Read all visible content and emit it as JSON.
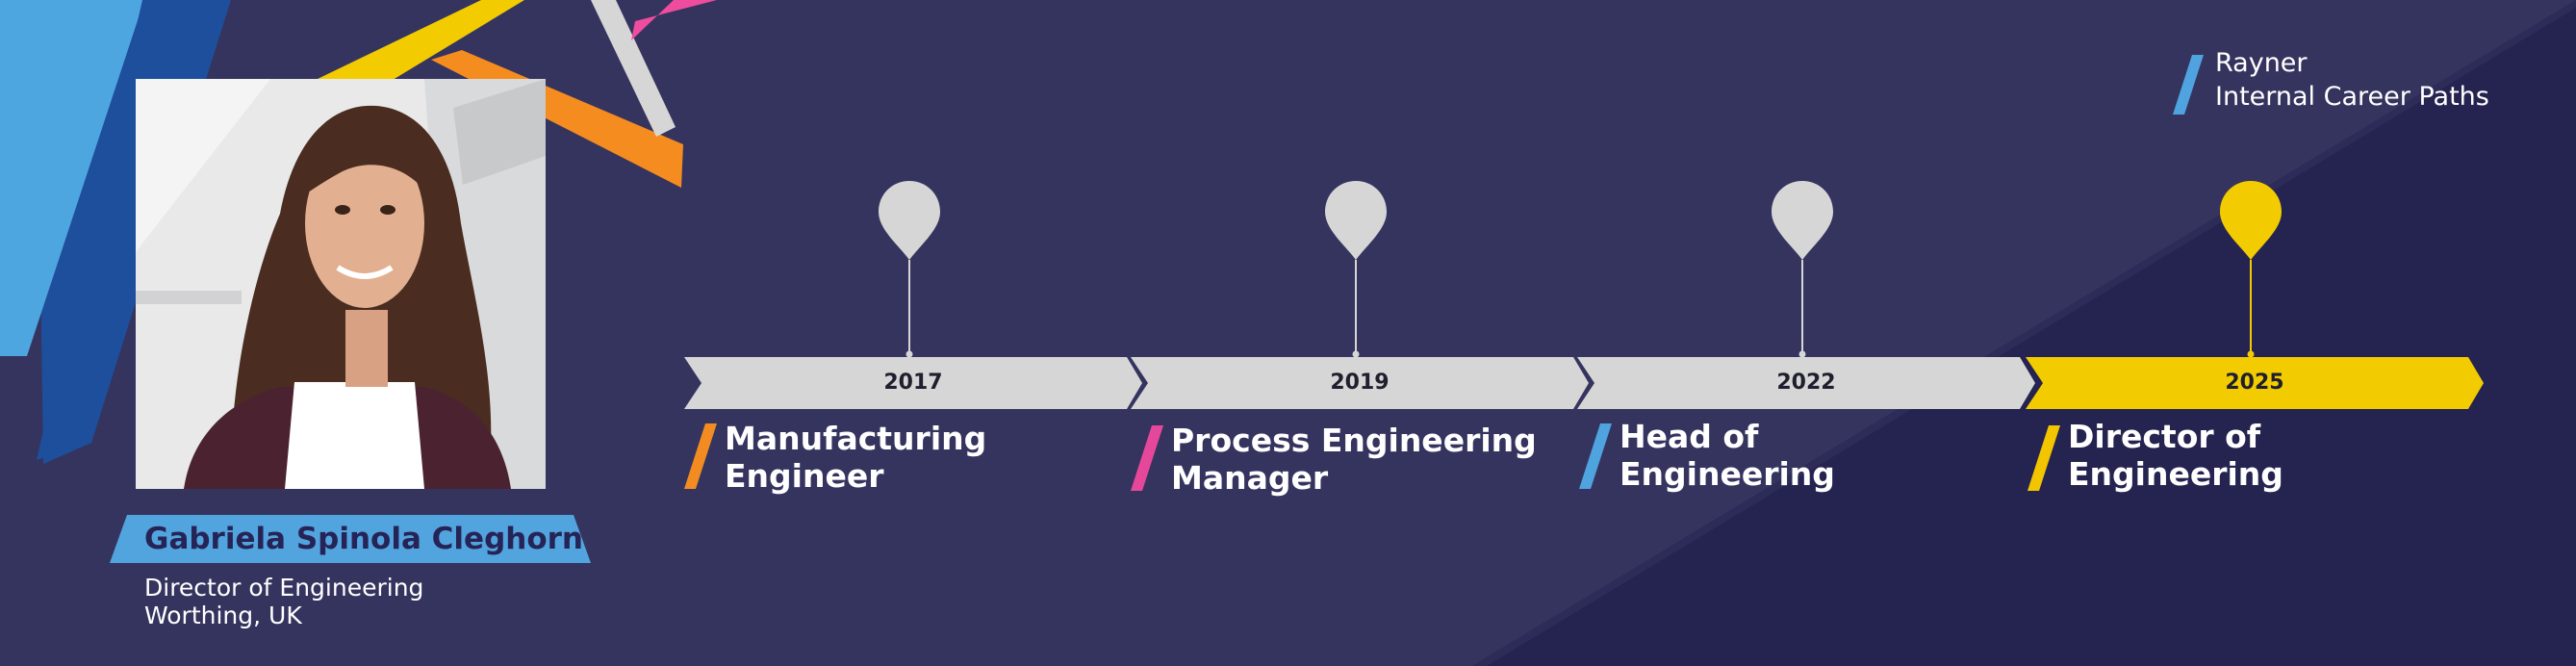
{
  "brand": {
    "company": "Rayner",
    "tagline": "Internal Career Paths",
    "accent_color": "#4fa3df"
  },
  "person": {
    "name": "Gabriela Spinola Cleghorn",
    "title": "Director of Engineering",
    "location": "Worthing, UK"
  },
  "timeline": [
    {
      "year": "2017",
      "role": "Manufacturing Engineer",
      "role_lines": [
        "Manufacturing",
        "Engineer"
      ],
      "accent_color": "#f28c22",
      "current": false
    },
    {
      "year": "2019",
      "role": "Process Engineering Manager",
      "role_lines": [
        "Process Engineering",
        "Manager"
      ],
      "accent_color": "#e5489a",
      "current": false
    },
    {
      "year": "2022",
      "role": "Head of Engineering",
      "role_lines": [
        "Head of",
        "Engineering"
      ],
      "accent_color": "#4fa3df",
      "current": false
    },
    {
      "year": "2025",
      "role": "Director of Engineering",
      "role_lines": [
        "Director of",
        "Engineering"
      ],
      "accent_color": "#f2c500",
      "current": true
    }
  ],
  "colors": {
    "background": "#35345f",
    "background_dark": "#252350",
    "segment_past": "#d6d6d6",
    "segment_current": "#f2cc00",
    "name_banner": "#52a4df",
    "name_text": "#262456"
  }
}
